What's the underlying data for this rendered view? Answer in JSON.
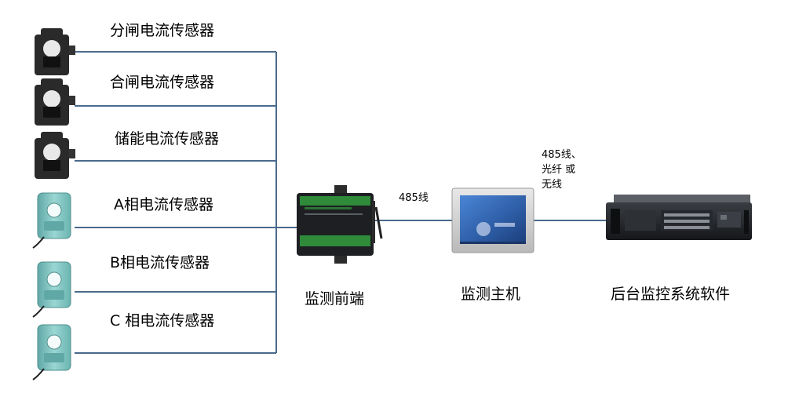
{
  "sensors": [
    {
      "label": "分闸电流传感器",
      "kind": "black-ct-sensor"
    },
    {
      "label": "合闸电流传感器",
      "kind": "black-ct-sensor"
    },
    {
      "label": "储能电流传感器",
      "kind": "black-ct-sensor"
    },
    {
      "label": "A相电流传感器",
      "kind": "green-ct-sensor"
    },
    {
      "label": "B相电流传感器",
      "kind": "green-ct-sensor"
    },
    {
      "label": "C 相电流传感器",
      "kind": "green-ct-sensor"
    }
  ],
  "devices": {
    "front_end": {
      "label": "监测前端",
      "icon": "din-rail-terminal-icon"
    },
    "host": {
      "label": "监测主机",
      "icon": "touch-panel-icon"
    },
    "server": {
      "label": "后台监控系统软件",
      "icon": "rack-server-icon"
    }
  },
  "links": {
    "front_to_host": "485线",
    "host_to_server": [
      "485线、",
      "光纤 或",
      "无线"
    ]
  },
  "colors": {
    "line": "#4a6a8c",
    "sensor_black": "#2a2a2a",
    "sensor_green": "#7cc3c0",
    "device_dark": "#1d1f22",
    "panel_screen": "#2f5fa8"
  }
}
